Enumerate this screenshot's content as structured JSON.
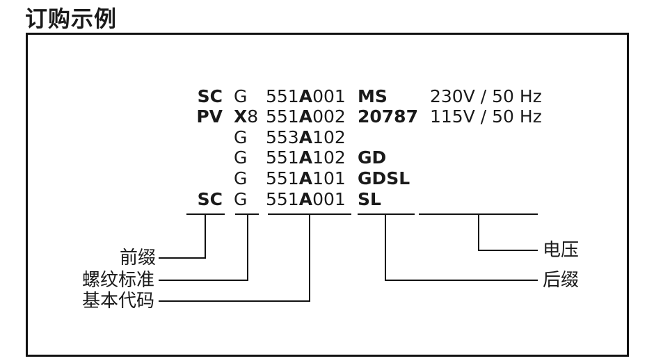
{
  "title": "订购示例",
  "rows": [
    {
      "prefix": "SC",
      "standard": "G",
      "standard_suffix": "",
      "code_pre": "551",
      "code_bold": "A",
      "code_post": "001",
      "suffix": "MS",
      "voltage": "230V / 50 Hz"
    },
    {
      "prefix": "PV",
      "standard": "X",
      "standard_suffix": "8",
      "code_pre": "551",
      "code_bold": "A",
      "code_post": "002",
      "suffix": "20787",
      "voltage": "115V / 50 Hz"
    },
    {
      "prefix": "",
      "standard": "G",
      "standard_suffix": "",
      "code_pre": "553",
      "code_bold": "A",
      "code_post": "102",
      "suffix": "",
      "voltage": ""
    },
    {
      "prefix": "",
      "standard": "G",
      "standard_suffix": "",
      "code_pre": "551",
      "code_bold": "A",
      "code_post": "102",
      "suffix": "GD",
      "voltage": ""
    },
    {
      "prefix": "",
      "standard": "G",
      "standard_suffix": "",
      "code_pre": "551",
      "code_bold": "A",
      "code_post": "101",
      "suffix": "GDSL",
      "voltage": ""
    },
    {
      "prefix": "SC",
      "standard": "G",
      "standard_suffix": "",
      "code_pre": "551",
      "code_bold": "A",
      "code_post": "001",
      "suffix": "SL",
      "voltage": ""
    }
  ],
  "labels": {
    "prefix": "前缀",
    "thread_standard": "螺纹标准",
    "base_code": "基本代码",
    "voltage": "电压",
    "suffix": "后缀"
  }
}
